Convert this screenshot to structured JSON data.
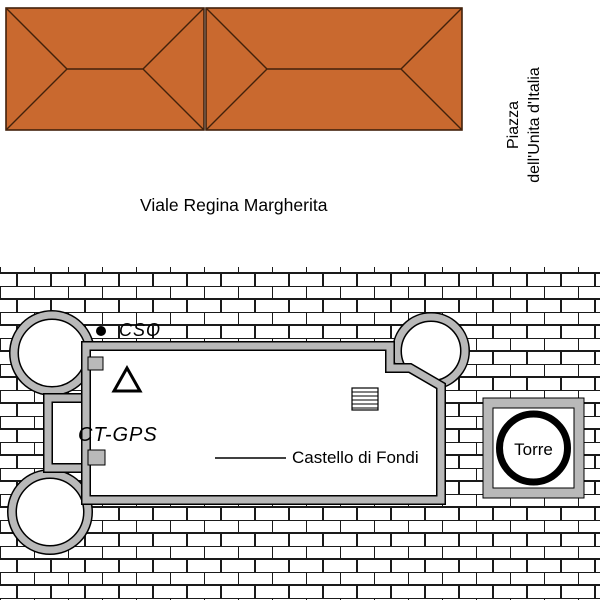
{
  "labels": {
    "viale": "Viale Regina Margherita",
    "piazza_line1": "Piazza",
    "piazza_line2": "dell'Unita d'Italia",
    "cso": "CSO",
    "ct_gps": "CT-GPS",
    "castello": "Castello di Fondi",
    "torre": "Torre"
  },
  "markers": {
    "cso_dot": "survey-point-dot",
    "station_triangle": "station-triangle-marker"
  },
  "colors": {
    "roof": "#c9692f",
    "roof_line": "#42210b",
    "wall_gray": "#b9b9b9",
    "brick_line": "#1a1a1a",
    "ink": "#000000",
    "background": "#ffffff"
  }
}
